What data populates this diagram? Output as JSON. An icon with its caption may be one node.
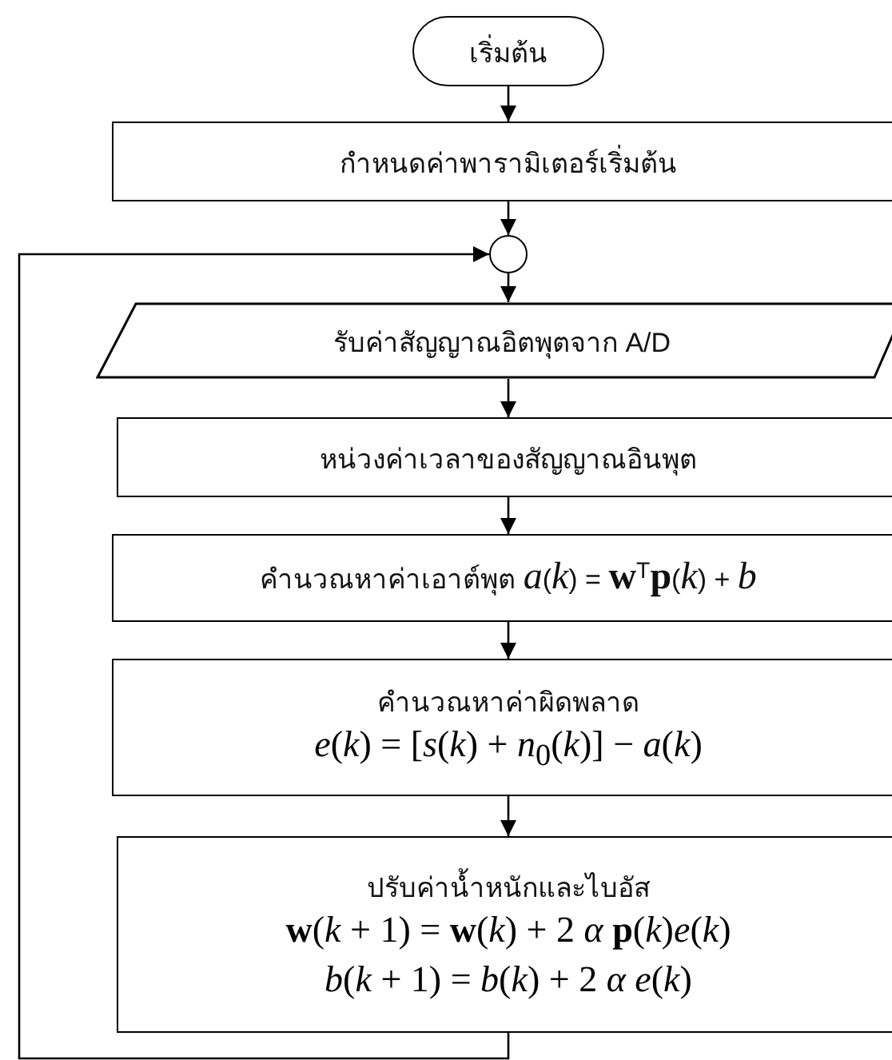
{
  "diagram": {
    "nodes": [
      {
        "text": [
          "เริ่มต้น"
        ]
      },
      {
        "text": [
          "กำหนดค่าพารามิเตอร์เริ่มต้น"
        ]
      },
      {
        "text": [],
        "shape": "circle"
      },
      {
        "text": [
          "รับค่าสัญญาณอิตพุตจาก A/D"
        ]
      },
      {
        "text": [
          "หน่วงค่าเวลาของสัญญาณอินพุต"
        ]
      },
      {
        "text": [
          "คำนวณหาค่าเอาต์พุต *a*(*k*) = **w**$^{T}$**p**(*k*) + *b*"
        ]
      },
      {
        "text": [
          "คำนวณหาค่าผิดพลาด",
          "*e*(*k*) = [*s*(*k*) + *n*$_{0}$(*k*)] − *a*(*k*)"
        ]
      },
      {
        "text": [
          "ปรับค่าน้ำหนักและไบอัส",
          "**w**(*k* + 1) = **w**(*k*) + 2 *α* **p**(*k*)*e*(*k*)",
          "*b*(*k* + 1) = *b*(*k*) + 2 *α* *e*(*k*)"
        ]
      }
    ],
    "edges": [
      {
        "from": 0,
        "to": 1,
        "arrow": "to"
      },
      {
        "from": 1,
        "to": 2,
        "arrow": "to"
      },
      {
        "from": 2,
        "to": 3,
        "arrow": "to"
      },
      {
        "from": 3,
        "to": 4,
        "arrow": "to"
      },
      {
        "from": 4,
        "to": 5,
        "arrow": "to"
      },
      {
        "from": 5,
        "to": 6,
        "arrow": "to"
      },
      {
        "from": 6,
        "to": 7,
        "arrow": "to"
      },
      {
        "from": 7,
        "to": 2,
        "arrow": "to"
      }
    ]
  }
}
